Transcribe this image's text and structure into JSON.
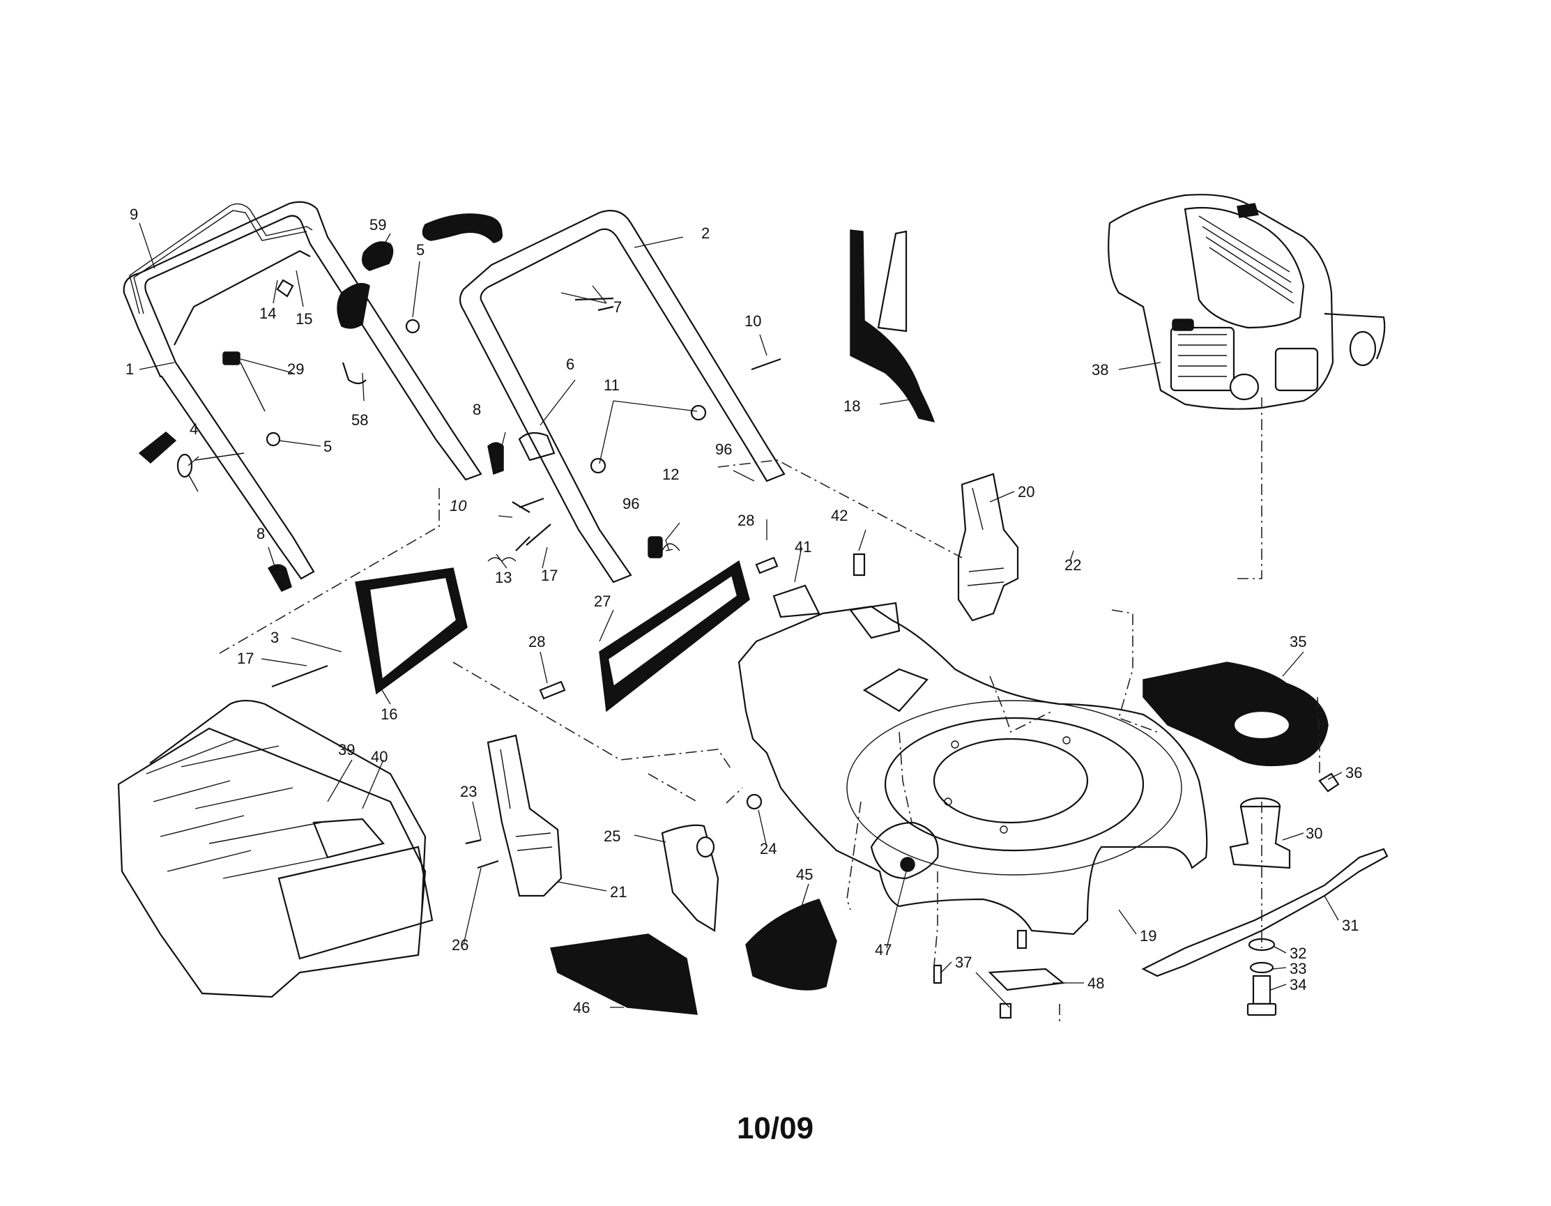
{
  "footer_code": "10/09",
  "labels": {
    "p9": "9",
    "p59": "59",
    "p2": "2",
    "p5a": "5",
    "p14": "14",
    "p15": "15",
    "p7": "7",
    "p10a": "10",
    "p1": "1",
    "p29": "29",
    "p58": "58",
    "p6": "6",
    "p18": "18",
    "p38": "38",
    "p4": "4",
    "p5b": "5",
    "p8a": "8",
    "p11": "11",
    "p96a": "96",
    "p12": "12",
    "p20": "20",
    "p10b": "10",
    "p96b": "96",
    "p28a": "28",
    "p42": "42",
    "p22": "22",
    "p8b": "8",
    "p13": "13",
    "p17a": "17",
    "p41": "41",
    "p27": "27",
    "p3": "3",
    "p17b": "17",
    "p28b": "28",
    "p16": "16",
    "p35": "35",
    "p39": "39",
    "p40": "40",
    "p36": "36",
    "p23": "23",
    "p24": "24",
    "p25": "25",
    "p30": "30",
    "p21": "21",
    "p45": "45",
    "p31": "31",
    "p26": "26",
    "p47": "47",
    "p19": "19",
    "p32": "32",
    "p37": "37",
    "p33": "33",
    "p48": "48",
    "p34": "34",
    "p46": "46"
  }
}
